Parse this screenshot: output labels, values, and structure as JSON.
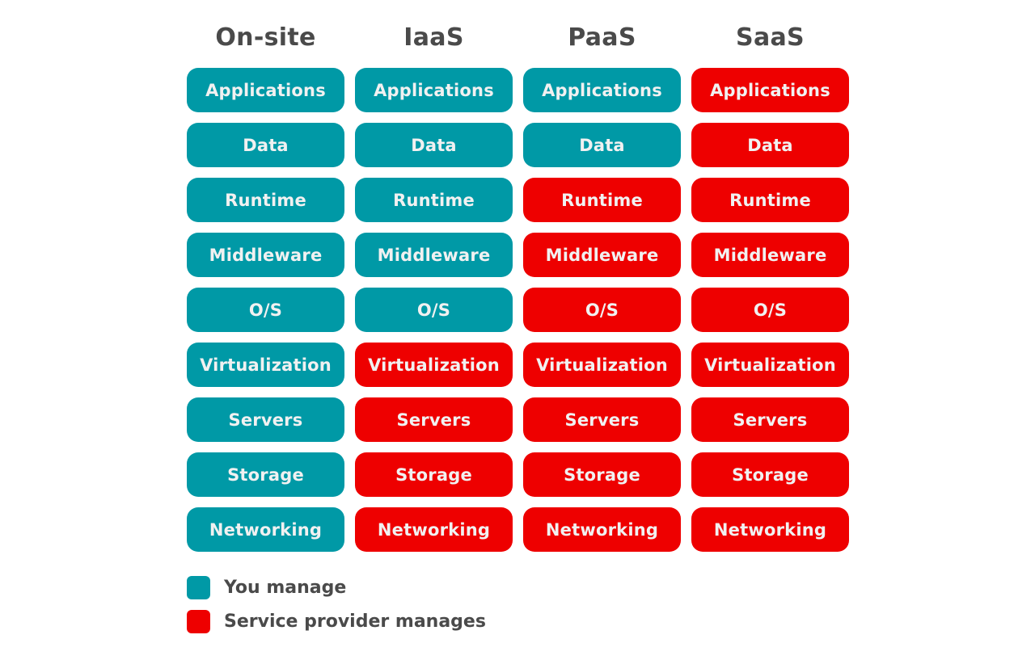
{
  "colors": {
    "you_manage": "#0099a6",
    "provider_manages": "#ee0000",
    "heading_text": "#4a4a4a",
    "box_text": "#f1f1f1"
  },
  "columns": [
    {
      "title": "On-site",
      "layers": [
        {
          "label": "Applications",
          "owner": "you"
        },
        {
          "label": "Data",
          "owner": "you"
        },
        {
          "label": "Runtime",
          "owner": "you"
        },
        {
          "label": "Middleware",
          "owner": "you"
        },
        {
          "label": "O/S",
          "owner": "you"
        },
        {
          "label": "Virtualization",
          "owner": "you"
        },
        {
          "label": "Servers",
          "owner": "you"
        },
        {
          "label": "Storage",
          "owner": "you"
        },
        {
          "label": "Networking",
          "owner": "you"
        }
      ]
    },
    {
      "title": "IaaS",
      "layers": [
        {
          "label": "Applications",
          "owner": "you"
        },
        {
          "label": "Data",
          "owner": "you"
        },
        {
          "label": "Runtime",
          "owner": "you"
        },
        {
          "label": "Middleware",
          "owner": "you"
        },
        {
          "label": "O/S",
          "owner": "you"
        },
        {
          "label": "Virtualization",
          "owner": "provider"
        },
        {
          "label": "Servers",
          "owner": "provider"
        },
        {
          "label": "Storage",
          "owner": "provider"
        },
        {
          "label": "Networking",
          "owner": "provider"
        }
      ]
    },
    {
      "title": "PaaS",
      "layers": [
        {
          "label": "Applications",
          "owner": "you"
        },
        {
          "label": "Data",
          "owner": "you"
        },
        {
          "label": "Runtime",
          "owner": "provider"
        },
        {
          "label": "Middleware",
          "owner": "provider"
        },
        {
          "label": "O/S",
          "owner": "provider"
        },
        {
          "label": "Virtualization",
          "owner": "provider"
        },
        {
          "label": "Servers",
          "owner": "provider"
        },
        {
          "label": "Storage",
          "owner": "provider"
        },
        {
          "label": "Networking",
          "owner": "provider"
        }
      ]
    },
    {
      "title": "SaaS",
      "layers": [
        {
          "label": "Applications",
          "owner": "provider"
        },
        {
          "label": "Data",
          "owner": "provider"
        },
        {
          "label": "Runtime",
          "owner": "provider"
        },
        {
          "label": "Middleware",
          "owner": "provider"
        },
        {
          "label": "O/S",
          "owner": "provider"
        },
        {
          "label": "Virtualization",
          "owner": "provider"
        },
        {
          "label": "Servers",
          "owner": "provider"
        },
        {
          "label": "Storage",
          "owner": "provider"
        },
        {
          "label": "Networking",
          "owner": "provider"
        }
      ]
    }
  ],
  "legend": [
    {
      "label": "You manage",
      "owner": "you"
    },
    {
      "label": "Service provider manages",
      "owner": "provider"
    }
  ]
}
